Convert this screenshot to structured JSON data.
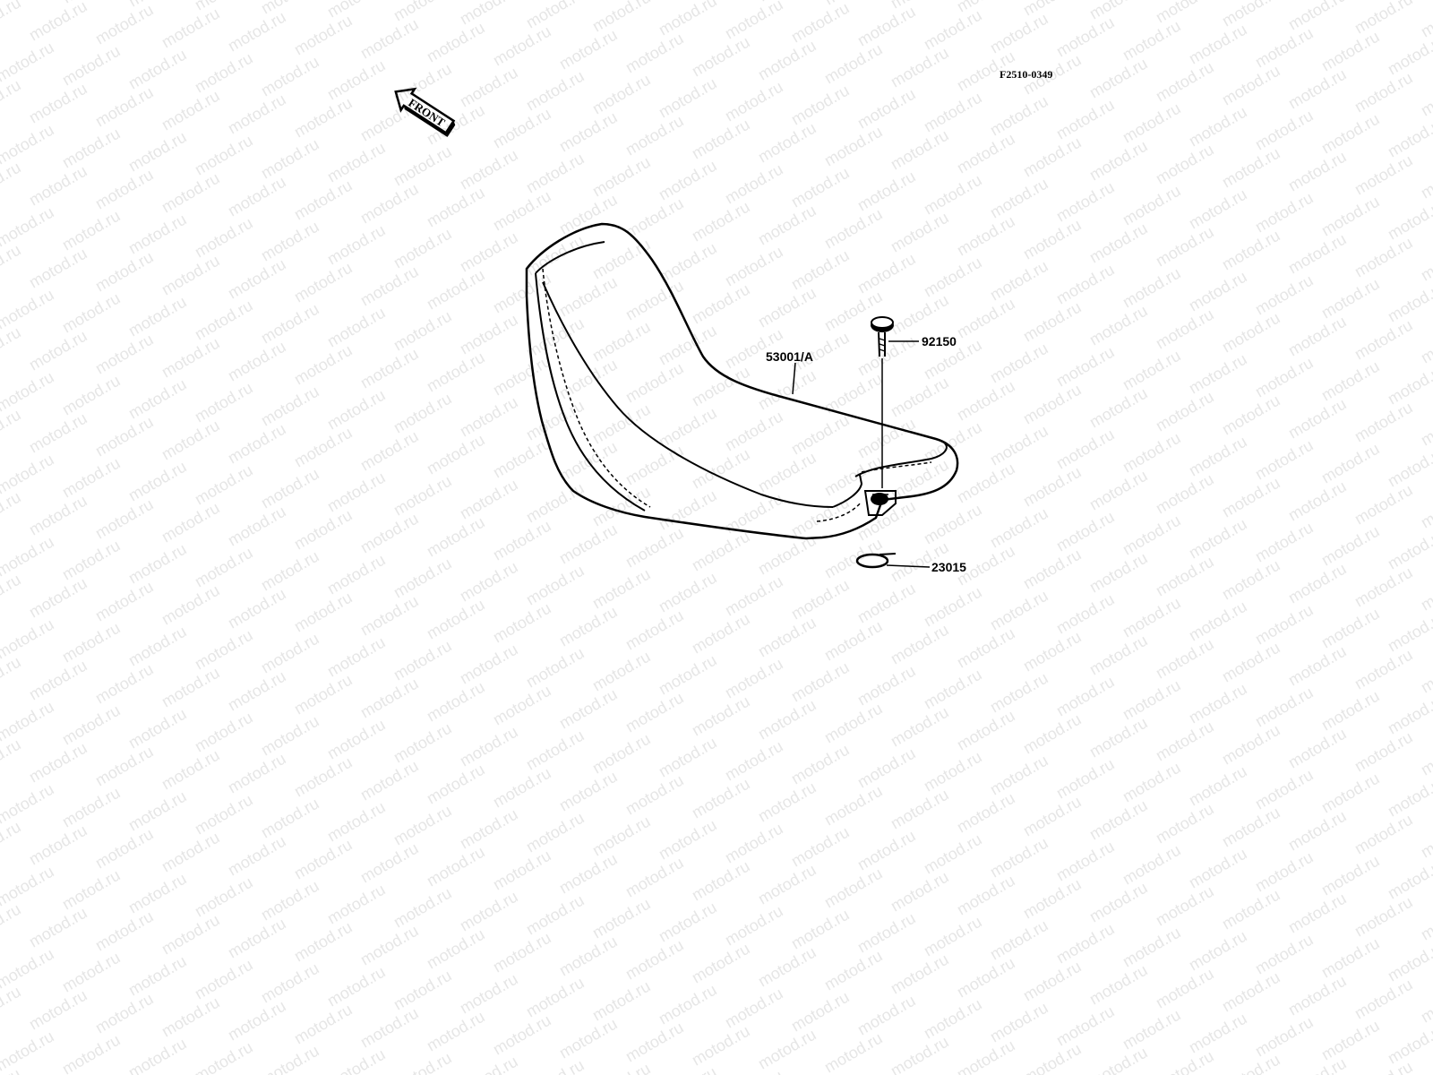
{
  "figure_code": "F2510-0349",
  "front_arrow": {
    "label": "FRONT",
    "icon": "front-arrow-icon"
  },
  "watermark": "motod.ru",
  "parts": [
    {
      "number": "53001/A",
      "part": "seat"
    },
    {
      "number": "92150",
      "part": "bolt"
    },
    {
      "number": "23015",
      "part": "clamp"
    }
  ]
}
